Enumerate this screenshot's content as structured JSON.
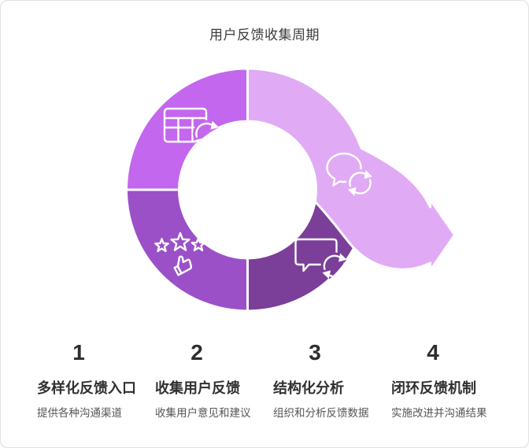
{
  "title": "用户反馈收集周期",
  "colors": {
    "segment_top_left": "#c367ee",
    "segment_bottom_left": "#9c50c8",
    "segment_bottom_right": "#7b3e99",
    "arrow_segment": "#e0aaf5",
    "icon_stroke": "#ffffff"
  },
  "cycle": {
    "segments": [
      {
        "position": "top-left",
        "icon": "table-sync-icon"
      },
      {
        "position": "top-right-arrow",
        "icon": "chat-sync-icon"
      },
      {
        "position": "bottom-right",
        "icon": "message-sync-icon"
      },
      {
        "position": "bottom-left",
        "icon": "rating-thumb-icon"
      }
    ]
  },
  "steps": [
    {
      "number": "1",
      "heading": "多样化反馈入口",
      "description": "提供各种沟通渠道"
    },
    {
      "number": "2",
      "heading": "收集用户反馈",
      "description": "收集用户意见和建议"
    },
    {
      "number": "3",
      "heading": "结构化分析",
      "description": "组织和分析反馈数据"
    },
    {
      "number": "4",
      "heading": "闭环反馈机制",
      "description": "实施改进并沟通结果"
    }
  ]
}
